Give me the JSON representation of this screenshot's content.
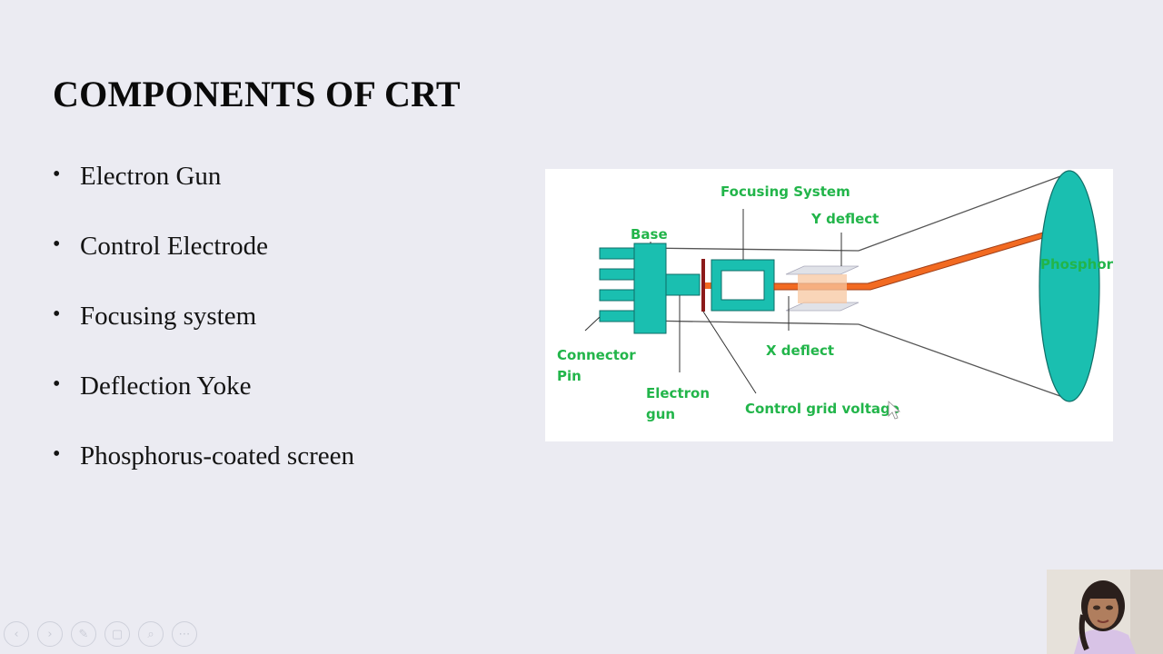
{
  "slide": {
    "title": "COMPONENTS OF CRT",
    "bullets": [
      "Electron Gun",
      "Control Electrode",
      "Focusing system",
      "Deflection Yoke",
      "Phosphorus-coated screen"
    ]
  },
  "diagram": {
    "labels": {
      "focusing_system": "Focusing System",
      "y_deflect": "Y deflect",
      "base": "Base",
      "phosphor": "Phosphor",
      "connector_pin_1": "Connector",
      "connector_pin_2": "Pin",
      "x_deflect": "X deflect",
      "electron_gun_1": "Electron",
      "electron_gun_2": "gun",
      "control_grid_voltage": "Control grid voltage"
    },
    "colors": {
      "teal": "#1abfb0",
      "label_green": "#22b54a",
      "beam": "#f26a21"
    }
  },
  "player_controls": [
    {
      "icon": "previous-icon",
      "glyph": "‹"
    },
    {
      "icon": "next-icon",
      "glyph": "›"
    },
    {
      "icon": "pen-icon",
      "glyph": "✎"
    },
    {
      "icon": "slides-icon",
      "glyph": "▢"
    },
    {
      "icon": "zoom-icon",
      "glyph": "⌕"
    },
    {
      "icon": "more-icon",
      "glyph": "⋯"
    }
  ]
}
